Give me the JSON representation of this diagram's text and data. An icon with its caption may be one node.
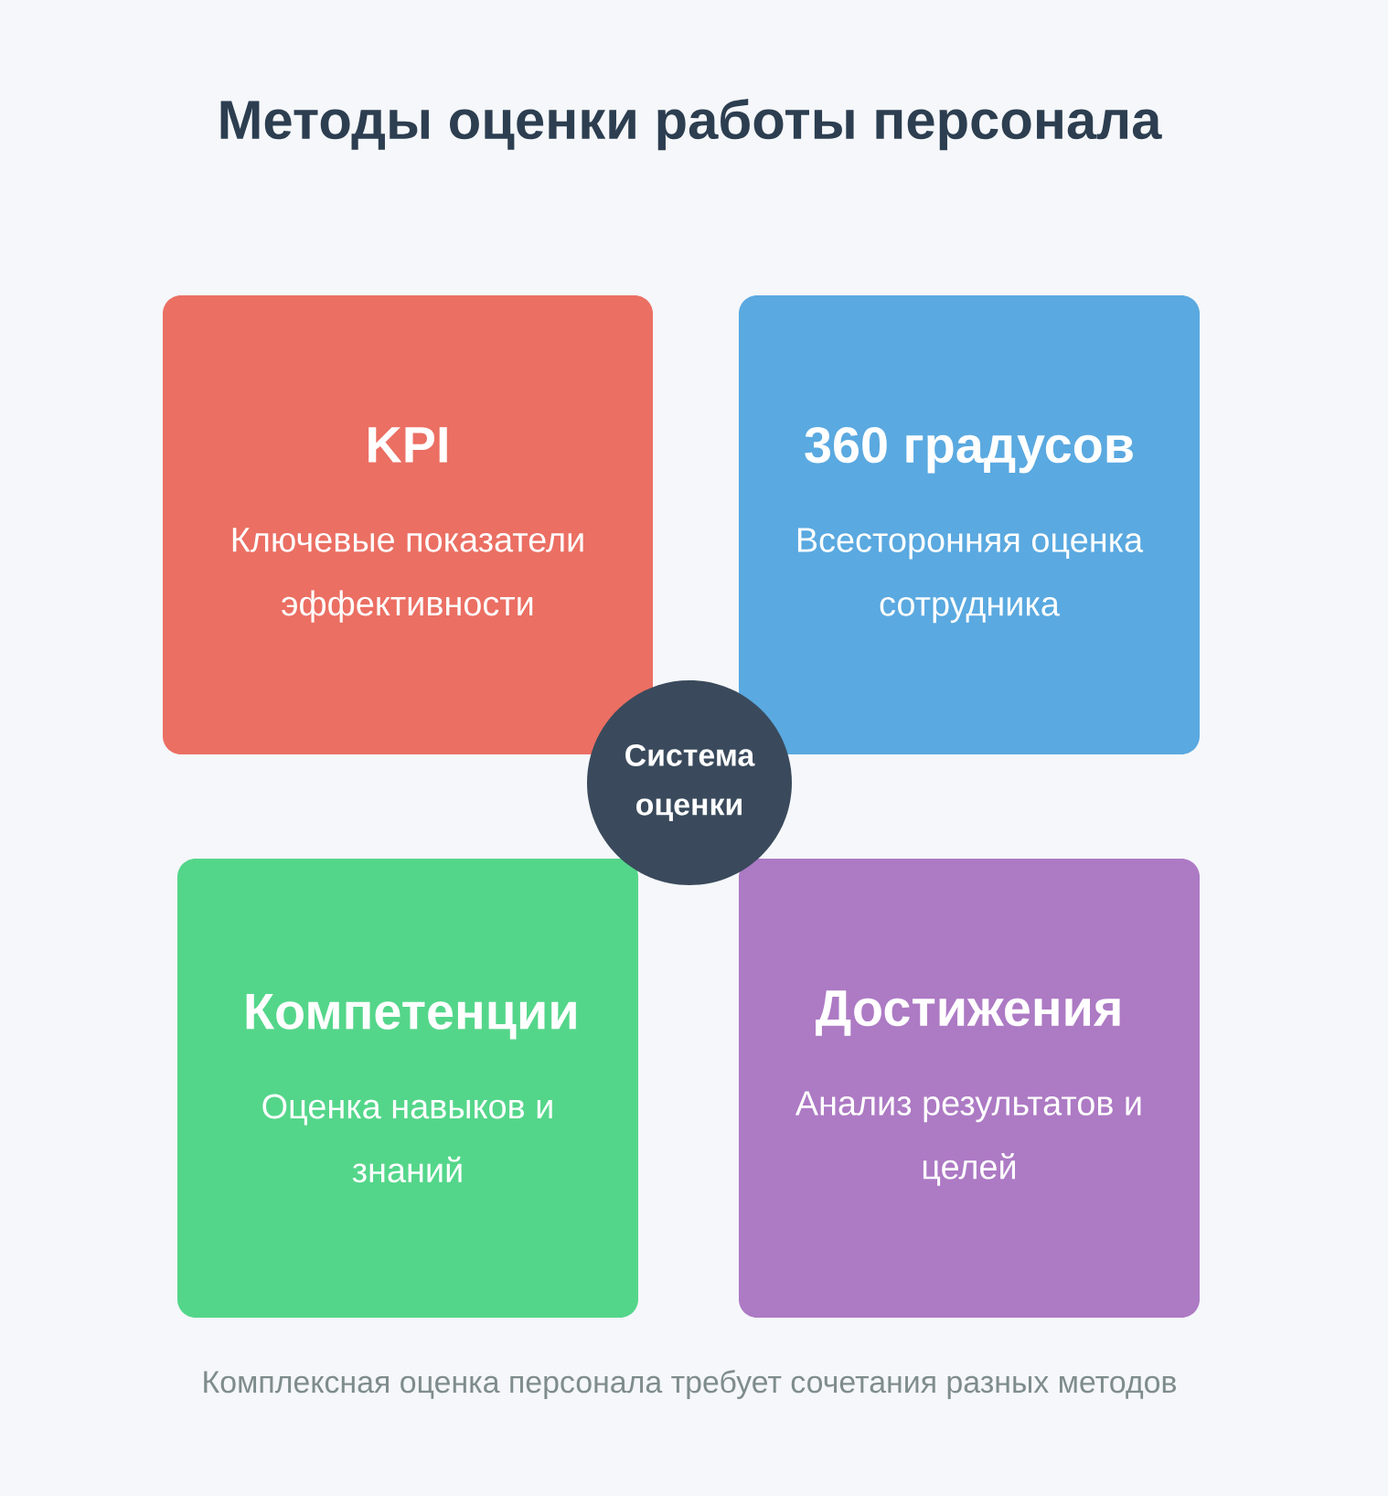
{
  "diagram": {
    "title": "Методы оценки работы персонала",
    "nodes": [
      {
        "text": [
          "KPI",
          "Ключевые показатели эффективности"
        ]
      },
      {
        "text": [
          "360 градусов",
          "Всесторонняя оценка сотрудника"
        ]
      },
      {
        "text": [
          "Компетенции",
          "Оценка навыков и знаний"
        ]
      },
      {
        "text": [
          "Достижения",
          "Анализ результатов и целей"
        ]
      },
      {
        "text": [
          "Система оценки"
        ]
      }
    ],
    "caption": "Комплексная оценка персонала требует сочетания разных методов"
  }
}
